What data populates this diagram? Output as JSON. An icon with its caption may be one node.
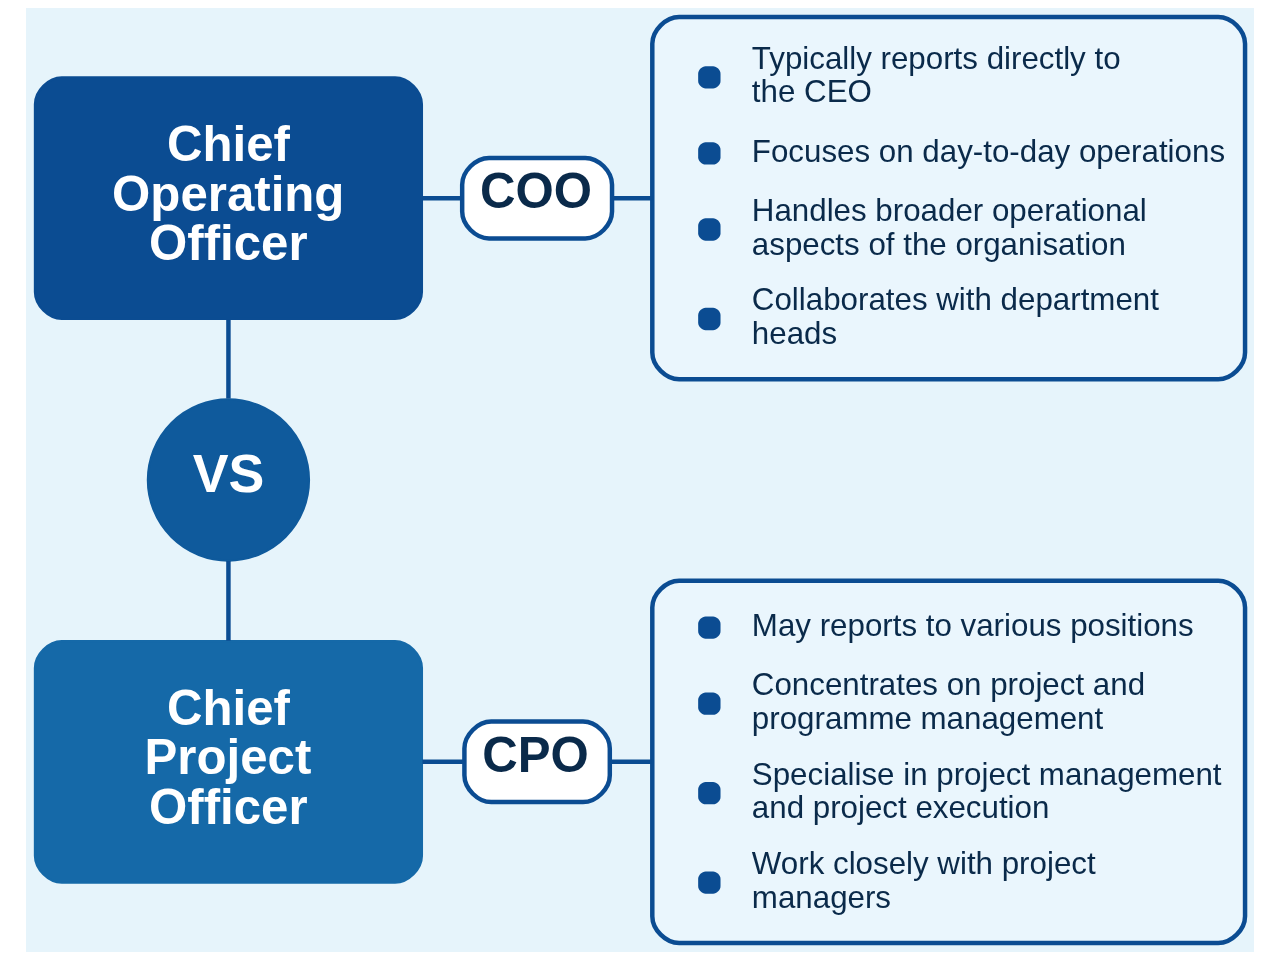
{
  "diagram": {
    "nodes": [
      {
        "text": [
          "Chief Operating Officer"
        ]
      },
      {
        "text": [
          "COO"
        ]
      },
      {
        "text": [
          "Typically reports directly to the CEO",
          "Focuses on day-to-day operations",
          "Handles broader operational aspects of the organisation",
          "Collaborates with department heads"
        ]
      },
      {
        "text": [
          "VS"
        ]
      },
      {
        "text": [
          "Chief Project Officer"
        ]
      },
      {
        "text": [
          "CPO"
        ]
      },
      {
        "text": [
          "May reports to various positions",
          "Concentrates on project and programme management",
          "Specialise in project management and project execution",
          "Work closely with project managers"
        ]
      }
    ],
    "edges": [
      {
        "from": 0,
        "to": 1,
        "arrow": "none"
      },
      {
        "from": 1,
        "to": 2,
        "arrow": "none"
      },
      {
        "from": 0,
        "to": 3,
        "arrow": "none"
      },
      {
        "from": 3,
        "to": 4,
        "arrow": "none"
      },
      {
        "from": 4,
        "to": 5,
        "arrow": "none"
      },
      {
        "from": 5,
        "to": 6,
        "arrow": "none"
      }
    ]
  }
}
